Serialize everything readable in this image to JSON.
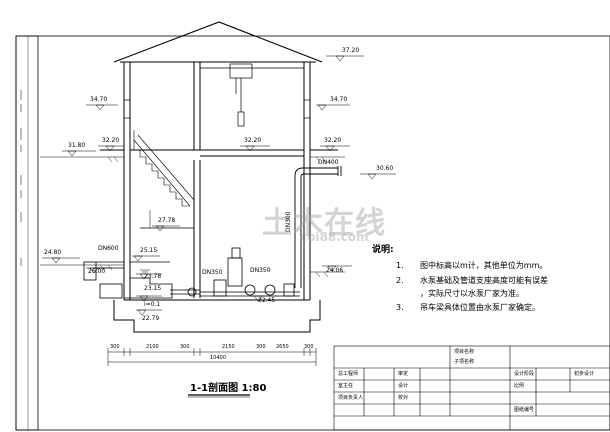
{
  "elevations": {
    "roof_top": "37.20",
    "left_outer_high": "34.70",
    "right_outer_high": "34.70",
    "left_ground": "31.80",
    "left_floor": "32.20",
    "center_floor": "32.20",
    "right_floor": "32.20",
    "right_pipe_level": "30.60",
    "stair_bottom": "27.78",
    "inner_step": "25.15",
    "left_outer_low": "24.80",
    "left_water": "26.00",
    "sump_top": "23.78",
    "sump_bottom": "23.15",
    "pump_floor": "22.45",
    "right_outer_low": "24.06",
    "base": "22.79",
    "slope": "i=0.1"
  },
  "pipes": {
    "intake": "DN600",
    "pump_in": "DN350",
    "pump_out": "DN350",
    "riser": "DN300",
    "outlet": "DN400"
  },
  "dims": {
    "segments": [
      "300",
      "2100",
      "300",
      "2150",
      "300",
      "2650",
      "300"
    ],
    "total": "10400"
  },
  "section_title": "1-1剖面图 1:80",
  "notes": {
    "heading": "说明:",
    "items": [
      {
        "num": "1.",
        "text": "图中标高以m计，其他单位为mm。"
      },
      {
        "num": "2.",
        "text": "水泵基础及管道支座高度可能有误差"
      },
      {
        "num": "",
        "text": "，实际尺寸以水泵厂家为准。"
      },
      {
        "num": "3.",
        "text": "吊车梁具体位置由水泵厂家确定。"
      }
    ]
  },
  "title_block": {
    "project_name": "项目名称",
    "sub_project": "子项名称",
    "review": "审定",
    "chief_engineer": "总工程师",
    "proofread": "校对",
    "design_phase_label": "设计阶段",
    "design_phase_value": "初步设计",
    "dept_head": "室主任",
    "designer": "设计",
    "scale": "比例",
    "project_manager": "项目负责人",
    "drawing_no": "图纸编号"
  },
  "watermark": {
    "main": "土木在线",
    "sub": "coi88.com"
  }
}
